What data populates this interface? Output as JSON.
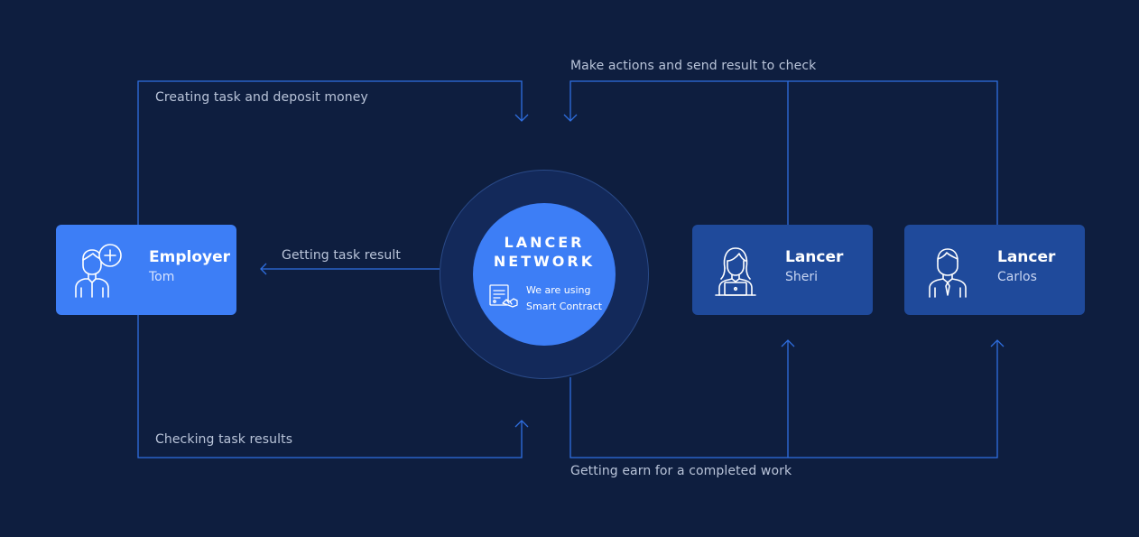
{
  "colors": {
    "background": "#0e1e3f",
    "connector": "#2f6fe0",
    "employer_card": "#3d7ef6",
    "lancer_card": "#1f4a9b",
    "hub": "#3d7ef6",
    "hub_ring": "#13295a"
  },
  "hub": {
    "title_line1": "LANCER",
    "title_line2": "NETWORK",
    "subtitle_line1": "We are using",
    "subtitle_line2": "Smart Contract",
    "icon": "contract-handshake-icon"
  },
  "employer": {
    "role": "Employer",
    "name": "Tom",
    "icon": "user-add-icon"
  },
  "lancers": [
    {
      "role": "Lancer",
      "name": "Sheri",
      "icon": "woman-laptop-icon"
    },
    {
      "role": "Lancer",
      "name": "Carlos",
      "icon": "man-tie-icon"
    }
  ],
  "flows": {
    "create_task": "Creating task and deposit money",
    "task_result": "Getting task result",
    "check_results": "Checking task results",
    "make_actions": "Make actions and send result to check",
    "earn": "Getting earn for a completed work"
  }
}
